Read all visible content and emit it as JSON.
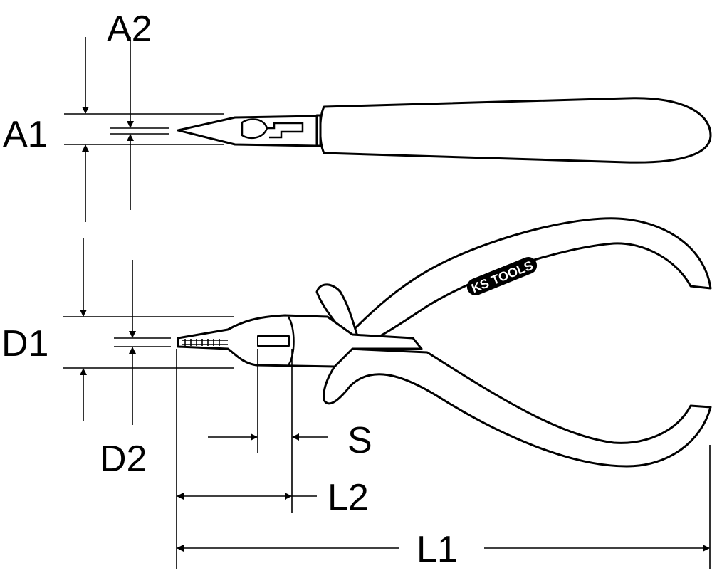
{
  "labels": {
    "a1": "A1",
    "a2": "A2",
    "d1": "D1",
    "d2": "D2",
    "s": "S",
    "l1": "L1",
    "l2": "L2"
  },
  "logo": {
    "text": "KS TOOLS"
  },
  "colors": {
    "line": "#000000",
    "background": "#ffffff"
  }
}
